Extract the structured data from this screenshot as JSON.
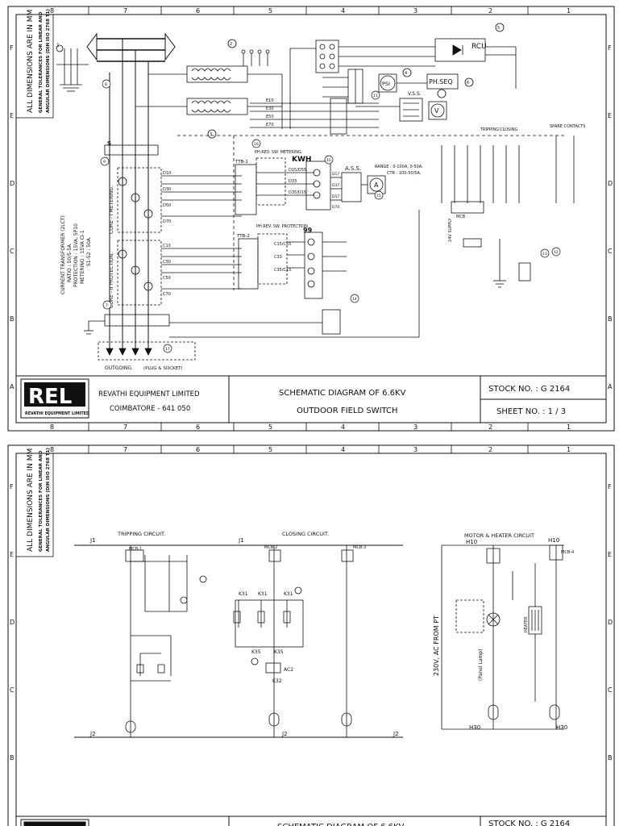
{
  "frame": {
    "columns": [
      "8",
      "7",
      "6",
      "5",
      "4",
      "3",
      "2",
      "1"
    ],
    "rows_sheet1": [
      "F",
      "E",
      "D",
      "C",
      "B",
      "A"
    ],
    "rows_sheet2": [
      "F",
      "E",
      "D",
      "C",
      "B"
    ],
    "side_note_main": "ALL DIMENSIONS ARE IN MM",
    "side_note_tol_1": "GENERAL TOLERANCES FOR LINEAR AND",
    "side_note_tol_2": "ANGULAR DIMENSIONS (DIN ISO 2768 T1)"
  },
  "title_block": {
    "logo_text": "REL",
    "logo_subtext": "REVATHI EQUIPMENT LIMITED",
    "company": "REVATHI EQUIPMENT LIMITED",
    "city": "COIMBATORE - 641 050",
    "title_line1": "SCHEMATIC DIAGRAM OF 6.6KV",
    "title_line2": "OUTDOOR FIELD SWITCH",
    "stock_no": "STOCK NO. : G 2164",
    "sheet_no": "SHEET NO. : 1 / 3"
  },
  "sheet1": {
    "labels": {
      "rcu": "RCU",
      "psi": "PSI",
      "phseq": "PH.SEQ",
      "kwh": "KWH",
      "ass": "A.S.S.",
      "vss": "V.S.S.",
      "meter99": "99",
      "ammeter": "A",
      "voltmeter": "V",
      "range": "RANGE : 0-100A, 0-50A.",
      "ctr": "CTR : 100-50/5A.",
      "phrev_metering": "PH.REV. SW. METERING",
      "phrev_protection": "PH.REV. SW. PROTECTION",
      "ttb1": "TTB-1",
      "ttb2": "TTB-2",
      "core1": "CORE - I METERING.",
      "core2": "CORE - II PROTECTION.",
      "ct_title": "CURRENT TRANSFORMER (2LCT)",
      "ct_ratio": "RATIO : 50/5-5A.",
      "ct_protection": "PROTECTION : 15VA, 5P10",
      "ct_metering": "METERING : 15VA CI-1",
      "ct_s1s2": "S1-S2 : 50A.",
      "supply_24v": "24V SUPPLY",
      "mcb": "MCB",
      "outgoing": "OUTGOING.",
      "plug_socket": "(PLUG & SOCKET)",
      "trip_a": "TRIPPING",
      "close_a": "CLOSING",
      "spare": "SPARE CONTACTS"
    },
    "wires_metering": [
      "D10",
      "D30",
      "D50",
      "D70"
    ],
    "wires_protection": [
      "C10",
      "C30",
      "C50",
      "C70"
    ],
    "wires_top": [
      "E10",
      "E30",
      "E50",
      "E70"
    ],
    "terminals_metering": [
      "D15/D55",
      "D33",
      "D35/D15"
    ],
    "terminals_protection": [
      "C15/C55",
      "C33",
      "C35/C15"
    ],
    "terminals_ass": [
      "D17",
      "D37",
      "D57",
      "D70"
    ],
    "callouts": [
      "1",
      "2",
      "3",
      "4",
      "5",
      "6",
      "7",
      "8",
      "9",
      "10",
      "11",
      "12",
      "13",
      "14",
      "15",
      "16",
      "17"
    ]
  },
  "sheet2": {
    "tripping_circuit": "TRIPPING CIRCUIT.",
    "closing_circuit": "CLOSING CIRCUIT.",
    "motor_heater_circuit": "MOTOR & HEATER CIRCUIT",
    "ac_from_pt": "230V, AC FROM PT",
    "panel_lamp": "(Panel Lamp)",
    "rail_j1": "J1",
    "rail_j2": "J2",
    "rail_h10": "H10",
    "rail_h30": "H30",
    "relays": [
      "K31",
      "K31",
      "K31",
      "K35",
      "K35",
      "AC2",
      "K32"
    ],
    "mcb_labels": [
      "MCB-1",
      "MCB-2",
      "MCB-3",
      "MCB-4"
    ],
    "heater": "HEATER"
  }
}
